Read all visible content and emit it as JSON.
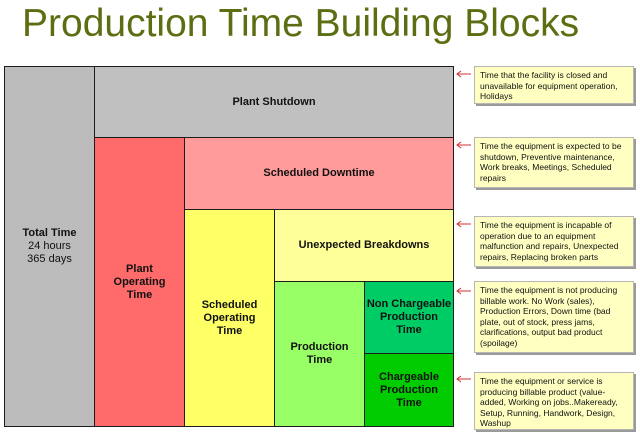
{
  "title": "Production Time Building Blocks",
  "blocks": {
    "total_time": {
      "label": "Total Time",
      "line2": "24 hours",
      "line3": "365 days",
      "color": "#bcbcbc"
    },
    "plant_shutdown": {
      "label": "Plant Shutdown",
      "color": "#c0c0c0"
    },
    "plant_operating_time": {
      "label1": "Plant",
      "label2": "Operating",
      "label3": "Time",
      "color": "#ff6b6b"
    },
    "scheduled_downtime": {
      "label": "Scheduled Downtime",
      "color": "#ff9b9b"
    },
    "scheduled_operating_time": {
      "label1": "Scheduled",
      "label2": "Operating",
      "label3": "Time",
      "color": "#ffff66"
    },
    "unexpected_breakdowns": {
      "label": "Unexpected Breakdowns",
      "color": "#ffff99"
    },
    "production_time": {
      "label1": "Production",
      "label2": "Time",
      "color": "#99ff66"
    },
    "non_chargeable": {
      "label1": "Non Chargeable",
      "label2": "Production",
      "label3": "Time",
      "color": "#00cc66"
    },
    "chargeable": {
      "label1": "Chargeable",
      "label2": "Production",
      "label3": "Time",
      "color": "#00cc00"
    }
  },
  "notes": {
    "shutdown": "Time that the facility is closed and unavailable for equipment operation, Holidays",
    "downtime": "Time the equipment is expected to be shutdown, Preventive maintenance, Work breaks, Meetings, Scheduled repairs",
    "breakdowns": "Time the equipment is incapable of operation due to an equipment malfunction and repairs, Unexpected repairs, Replacing broken parts",
    "non_chargeable": "Time the equipment is not producing billable work. No Work (sales), Production Errors, Down time (bad plate, out of stock, press jams, clarifications, output bad product (spoilage)",
    "chargeable": "Time the equipment or service is producing billable product (value-added, Working on jobs..Makeready, Setup, Running, Handwork, Design, Washup"
  },
  "colors": {
    "arrow": "#d03030",
    "title": "#5b6e12"
  }
}
